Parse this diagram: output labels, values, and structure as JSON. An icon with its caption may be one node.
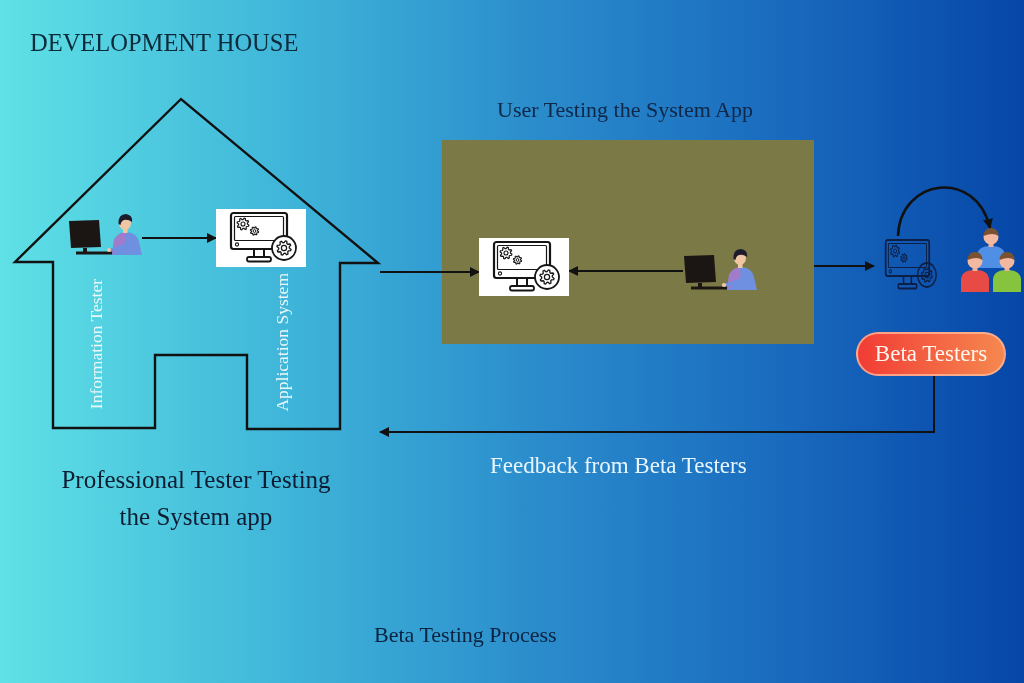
{
  "diagram": {
    "caption": "Beta Testing Process",
    "nodes": [
      {
        "text": [
          "DEVELOPMENT HOUSE"
        ],
        "beside": [
          "Professional Tester Testing the System app"
        ]
      },
      {
        "text": [
          "Information Tester"
        ],
        "in": 0
      },
      {
        "text": [
          "Application System"
        ],
        "in": 0
      },
      {
        "text": [
          "User Testing the System App"
        ]
      },
      {
        "text": [],
        "shape": "picture",
        "in": 3
      },
      {
        "text": [],
        "shape": "picture",
        "in": 3
      },
      {
        "text": [],
        "shape": "picture"
      },
      {
        "text": [],
        "shape": "picture"
      },
      {
        "text": [
          "Beta Testers"
        ]
      }
    ],
    "edges": [
      {
        "from": 1,
        "to": 2,
        "arrow": "to"
      },
      {
        "from": 0,
        "to": 4,
        "arrow": "to"
      },
      {
        "from": 5,
        "to": 4,
        "arrow": "to"
      },
      {
        "from": 3,
        "to": 6,
        "arrow": "to"
      },
      {
        "from": 6,
        "to": 7,
        "arrow": "to"
      },
      {
        "from": 8,
        "to": 0,
        "arrow": "to",
        "label": "Feedback from Beta Testers"
      }
    ]
  }
}
